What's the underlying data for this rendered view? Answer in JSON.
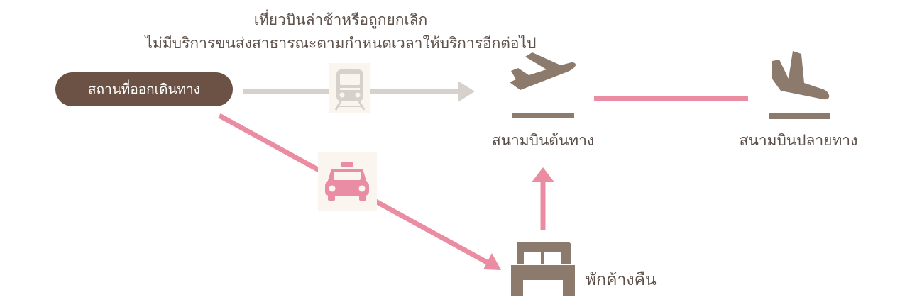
{
  "notice": {
    "line1": "เที่ยวบินล่าช้าหรือถูกยกเลิก",
    "line2": "ไม่มีบริการขนส่งสาธารณะตามกำหนดเวลาให้บริการอีกต่อไป"
  },
  "origin": {
    "label": "สถานที่ออกเดินทาง"
  },
  "departure_airport": {
    "label": "สนามบินต้นทาง",
    "icon": "airplane-takeoff-icon"
  },
  "arrival_airport": {
    "label": "สนามบินปลายทาง",
    "icon": "airplane-landing-icon"
  },
  "hotel": {
    "label": "พักค้างคืน",
    "icon": "bed-icon"
  },
  "transport": {
    "train_icon": "train-icon",
    "taxi_icon": "taxi-icon"
  },
  "colors": {
    "pink": "#ea8ca2",
    "grey": "#d6d1cc",
    "brown": "#8c7a6d",
    "origin_bg": "#6c5245",
    "icon_bg": "#fbf5ef"
  }
}
